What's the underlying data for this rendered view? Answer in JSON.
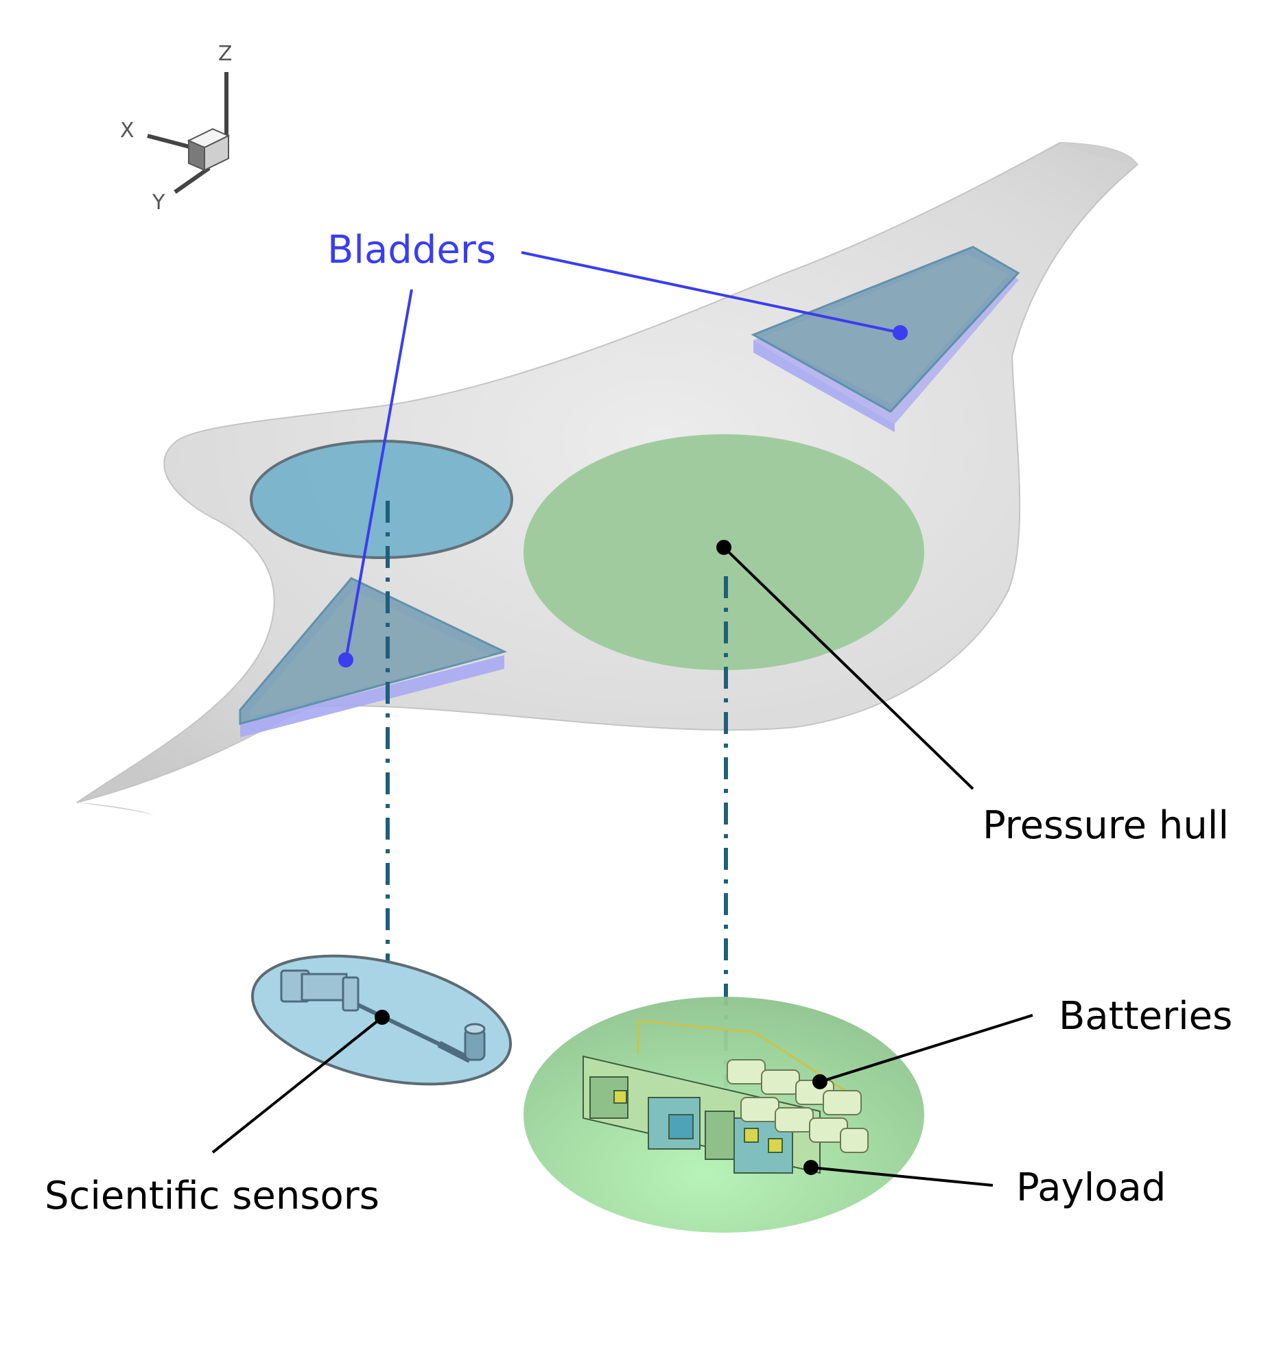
{
  "axes": {
    "x": "X",
    "y": "Y",
    "z": "Z"
  },
  "labels": {
    "bladders": "Bladders",
    "pressure_hull": "Pressure hull",
    "batteries": "Batteries",
    "payload": "Payload",
    "scientific_sensors": "Scientific sensors"
  },
  "colors": {
    "bladder": "#3a3df0",
    "hull": "#dedede",
    "pressure_hull": "#9cc99a",
    "sensor_bay": "#78b4cc",
    "leader": "#000000",
    "dash": "#1f5f7a"
  }
}
